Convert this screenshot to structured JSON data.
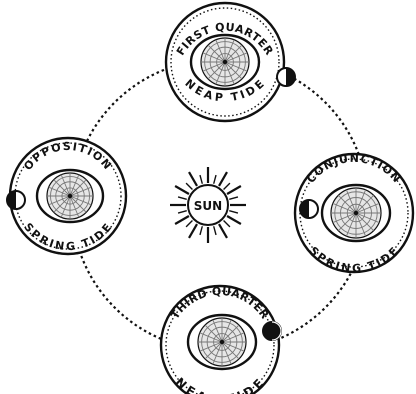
{
  "colors": {
    "ink": "#111111",
    "paper": "#ffffff",
    "earth_shade": "#777777"
  },
  "sun": {
    "label": "SUN"
  },
  "positions": {
    "first_quarter": {
      "arc_label": "FIRST QUARTER",
      "tide_label": "NEAP TIDE"
    },
    "opposition": {
      "arc_label": "OPPOSITION",
      "tide_label": "SPRING TIDE"
    },
    "conjunction": {
      "arc_label": "CONJUNCTION",
      "tide_label": "SPRING TIDE"
    },
    "third_quarter": {
      "arc_label": "THIRD QUARTER",
      "tide_label": "NEAP TIDE"
    }
  }
}
